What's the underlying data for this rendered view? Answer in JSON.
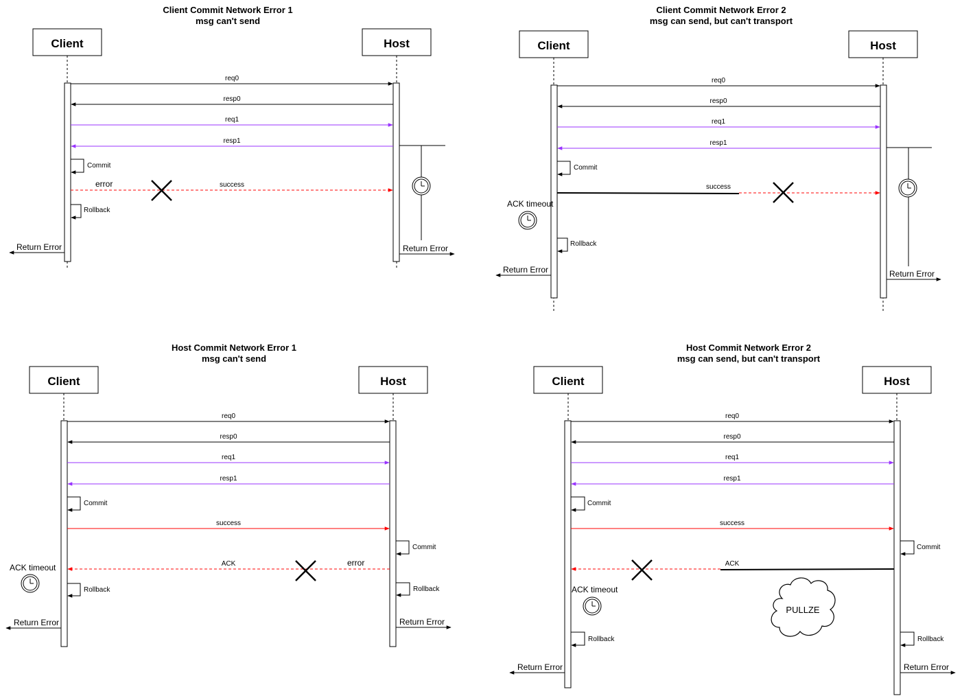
{
  "colors": {
    "normal": "#000000",
    "retry": "#9933ff",
    "commit_msg": "#ff0000"
  },
  "panels": [
    {
      "id": "client-commit-error-1",
      "title_line1": "Client Commit Network Error 1",
      "title_line2": "msg can't send",
      "client_label": "Client",
      "host_label": "Host",
      "messages": [
        "req0",
        "resp0",
        "req1",
        "resp1"
      ],
      "client_commit": "Commit",
      "success_label": "success",
      "error_label": "error",
      "client_rollback": "Rollback",
      "client_return": "Return Error",
      "host_return": "Return Error",
      "host_timer_icon": "clock-icon"
    },
    {
      "id": "client-commit-error-2",
      "title_line1": "Client Commit Network Error 2",
      "title_line2": "msg can send, but can't transport",
      "client_label": "Client",
      "host_label": "Host",
      "messages": [
        "req0",
        "resp0",
        "req1",
        "resp1"
      ],
      "client_commit": "Commit",
      "success_label": "success",
      "ack_timeout": "ACK timeout",
      "client_rollback": "Rollback",
      "client_return": "Return Error",
      "host_return": "Return Error",
      "host_timer_icon": "clock-icon"
    },
    {
      "id": "host-commit-error-1",
      "title_line1": "Host Commit Network Error 1",
      "title_line2": "msg can't send",
      "client_label": "Client",
      "host_label": "Host",
      "messages": [
        "req0",
        "resp0",
        "req1",
        "resp1"
      ],
      "client_commit": "Commit",
      "success_label": "success",
      "host_commit": "Commit",
      "ack_label": "ACK",
      "error_label": "error",
      "ack_timeout": "ACK timeout",
      "client_rollback": "Rollback",
      "host_rollback": "Rollback",
      "client_return": "Return Error",
      "host_return": "Return Error"
    },
    {
      "id": "host-commit-error-2",
      "title_line1": "Host Commit Network Error 2",
      "title_line2": "msg can send, but can't transport",
      "client_label": "Client",
      "host_label": "Host",
      "messages": [
        "req0",
        "resp0",
        "req1",
        "resp1"
      ],
      "client_commit": "Commit",
      "success_label": "success",
      "host_commit": "Commit",
      "ack_label": "ACK",
      "ack_timeout": "ACK timeout",
      "cloud_label": "PULLZE",
      "client_rollback": "Rollback",
      "host_rollback": "Rollback",
      "client_return": "Return Error",
      "host_return": "Return Error"
    }
  ]
}
